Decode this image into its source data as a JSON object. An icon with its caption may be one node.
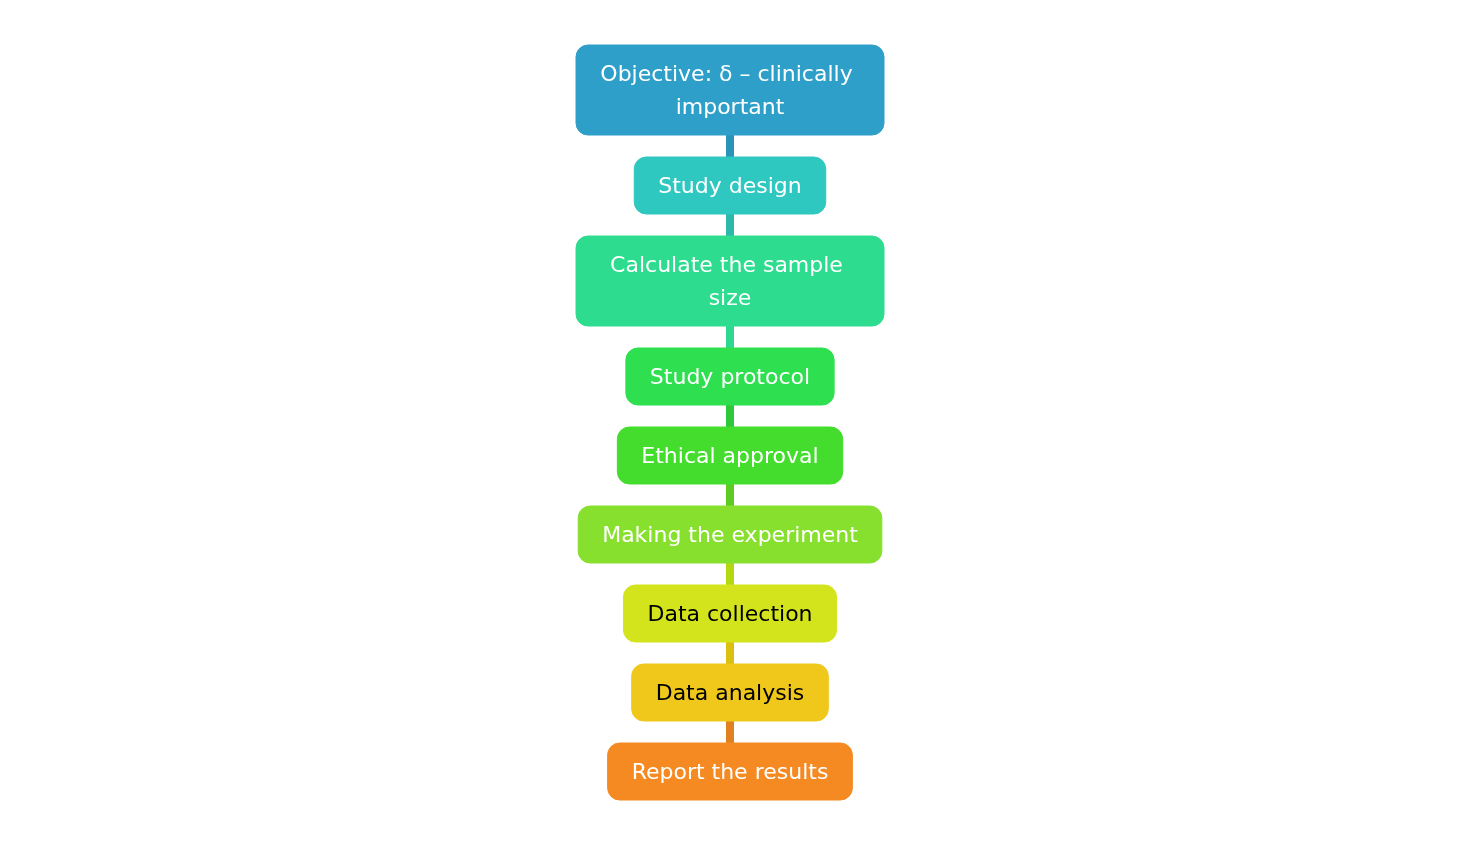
{
  "diagram": {
    "nodes": [
      {
        "text": [
          "Objective: δ – clinically important"
        ]
      },
      {
        "text": [
          "Study design"
        ]
      },
      {
        "text": [
          "Calculate the sample size"
        ]
      },
      {
        "text": [
          "Study protocol"
        ]
      },
      {
        "text": [
          "Ethical approval"
        ]
      },
      {
        "text": [
          "Making the experiment"
        ]
      },
      {
        "text": [
          "Data collection"
        ]
      },
      {
        "text": [
          "Data analysis"
        ]
      },
      {
        "text": [
          "Report the results"
        ]
      }
    ],
    "edges": [
      {
        "from": 0,
        "to": 1,
        "arrow": "none",
        "color": "#2a93b8"
      },
      {
        "from": 1,
        "to": 2,
        "arrow": "none",
        "color": "#2cb8aa"
      },
      {
        "from": 2,
        "to": 3,
        "arrow": "none",
        "color": "#2ed890"
      },
      {
        "from": 3,
        "to": 4,
        "arrow": "none",
        "color": "#2ec83c"
      },
      {
        "from": 4,
        "to": 5,
        "arrow": "none",
        "color": "#5ccc22"
      },
      {
        "from": 5,
        "to": 6,
        "arrow": "none",
        "color": "#b4d810"
      },
      {
        "from": 6,
        "to": 7,
        "arrow": "none",
        "color": "#dcc010"
      },
      {
        "from": 7,
        "to": 8,
        "arrow": "none",
        "color": "#e0801e"
      }
    ]
  }
}
